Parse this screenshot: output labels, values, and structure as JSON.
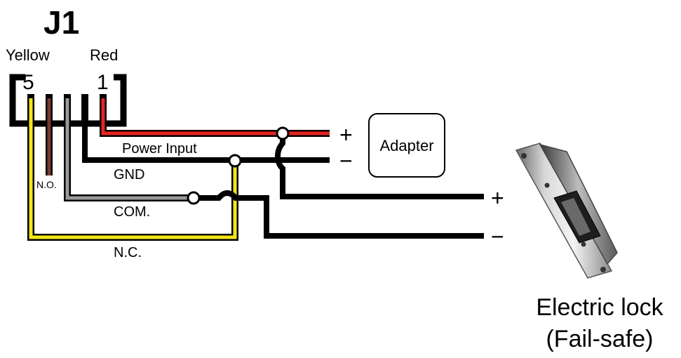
{
  "connector": {
    "title": "J1",
    "pin_left_color": "Yellow",
    "pin_right_color": "Red",
    "pin_left_number": "5",
    "pin_right_number": "1"
  },
  "wires": {
    "power_input": "Power Input",
    "gnd": "GND",
    "com": "COM.",
    "nc": "N.C.",
    "no": "N.O."
  },
  "adapter": {
    "label": "Adapter",
    "plus": "+",
    "minus": "−"
  },
  "lock": {
    "plus": "+",
    "minus": "−",
    "caption_line1": "Electric lock",
    "caption_line2": "(Fail-safe)"
  },
  "colors": {
    "red_wire": "#e52421",
    "yellow_wire": "#f5e614",
    "brown_wire": "#7a3b2a",
    "gray_wire": "#9a9a9a",
    "black_wire": "#000000"
  }
}
